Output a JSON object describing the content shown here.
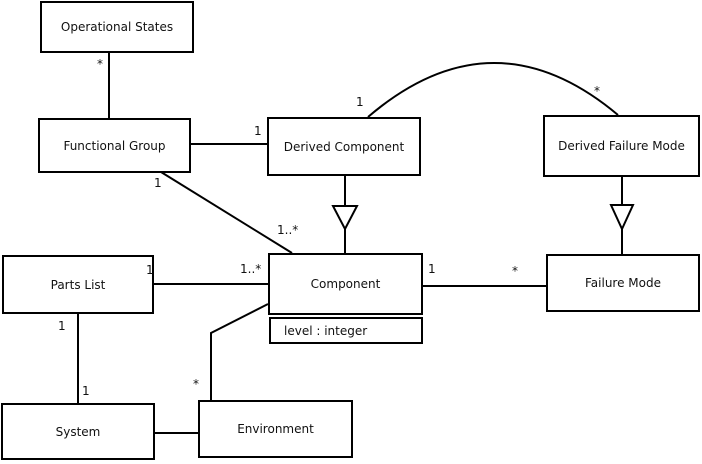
{
  "diagram": {
    "kind": "UML class diagram",
    "colors": {
      "background": "#ffffff",
      "line": "#000000",
      "box_fill": "#ffffff",
      "text": "#111111"
    },
    "nodes": [
      {
        "id": "operational-states",
        "label": "Operational States"
      },
      {
        "id": "functional-group",
        "label": "Functional Group"
      },
      {
        "id": "derived-component",
        "label": "Derived Component"
      },
      {
        "id": "derived-failure-mode",
        "label": "Derived Failure Mode"
      },
      {
        "id": "parts-list",
        "label": "Parts List"
      },
      {
        "id": "component",
        "label": "Component",
        "attributes": [
          "level : integer"
        ]
      },
      {
        "id": "failure-mode",
        "label": "Failure Mode"
      },
      {
        "id": "system",
        "label": "System"
      },
      {
        "id": "environment",
        "label": "Environment"
      }
    ],
    "edges": [
      {
        "from": "operational-states",
        "to": "functional-group",
        "type": "association",
        "from_multiplicity": "*",
        "to_multiplicity": ""
      },
      {
        "from": "functional-group",
        "to": "derived-component",
        "type": "association",
        "from_multiplicity": "",
        "to_multiplicity": "1"
      },
      {
        "from": "derived-component",
        "to": "derived-failure-mode",
        "type": "association",
        "from_multiplicity": "1",
        "to_multiplicity": "*"
      },
      {
        "from": "functional-group",
        "to": "component",
        "type": "association",
        "from_multiplicity": "1",
        "to_multiplicity": "1..*"
      },
      {
        "from": "derived-component",
        "to": "component",
        "type": "generalization",
        "from_multiplicity": "",
        "to_multiplicity": ""
      },
      {
        "from": "derived-failure-mode",
        "to": "failure-mode",
        "type": "generalization",
        "from_multiplicity": "",
        "to_multiplicity": ""
      },
      {
        "from": "parts-list",
        "to": "component",
        "type": "association",
        "from_multiplicity": "1",
        "to_multiplicity": "1..*"
      },
      {
        "from": "component",
        "to": "failure-mode",
        "type": "association",
        "from_multiplicity": "1",
        "to_multiplicity": "*"
      },
      {
        "from": "parts-list",
        "to": "system",
        "type": "association",
        "from_multiplicity": "1",
        "to_multiplicity": "1"
      },
      {
        "from": "system",
        "to": "environment",
        "type": "association",
        "from_multiplicity": "",
        "to_multiplicity": ""
      },
      {
        "from": "environment",
        "to": "component",
        "type": "association",
        "from_multiplicity": "*",
        "to_multiplicity": ""
      }
    ]
  }
}
